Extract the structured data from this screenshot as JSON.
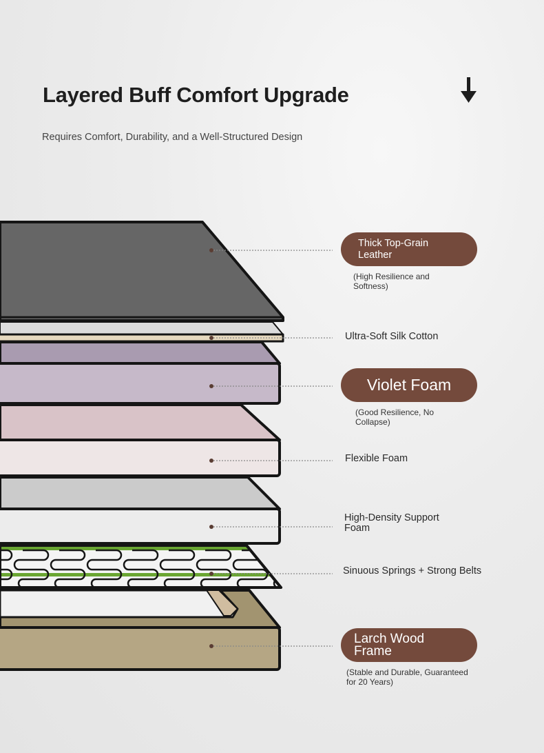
{
  "header": {
    "title": "Layered Buff Comfort Upgrade",
    "subtitle": "Requires Comfort, Durability, and a Well-Structured Design",
    "icon": "arrow-down-icon"
  },
  "layers": [
    {
      "name": "Thick Top-Grain Leather",
      "note": "(High Resilience and Softness)",
      "style": "pill",
      "color": "#666666"
    },
    {
      "name": "Ultra-Soft Silk Cotton",
      "style": "plain",
      "color": "#e6d9bf"
    },
    {
      "name": "Violet Foam",
      "note": "(Good Resilience, No Collapse)",
      "style": "pill",
      "color": "#c6b9c9"
    },
    {
      "name": "Flexible Foam",
      "style": "plain",
      "color": "#eee6e6"
    },
    {
      "name": "High-Density Support Foam",
      "style": "plain",
      "color": "#ececec"
    },
    {
      "name": "Sinuous Springs + Strong Belts",
      "style": "plain",
      "color": "#6aa632"
    },
    {
      "name": "Larch Wood Frame",
      "note": "(Stable and Durable, Guaranteed for 20 Years)",
      "style": "pill",
      "color": "#b5a684"
    }
  ],
  "colors": {
    "pill": "#744a3c",
    "pointer": "#5a3d33"
  }
}
